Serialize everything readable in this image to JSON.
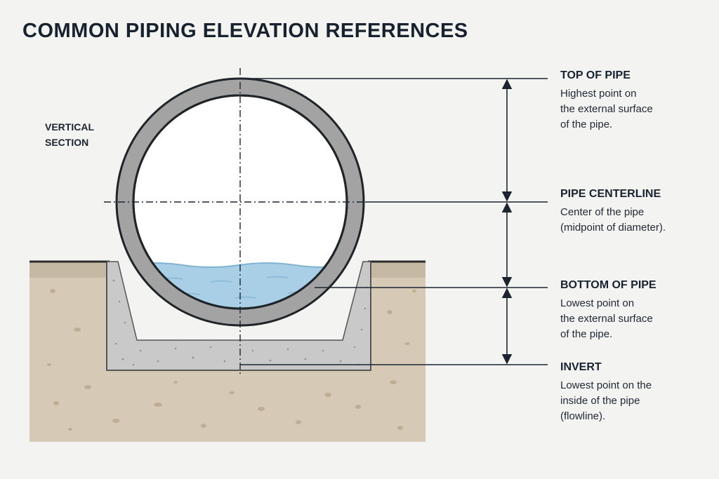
{
  "title": "COMMON PIPING ELEVATION REFERENCES",
  "section_label": [
    "VERTICAL",
    "SECTION"
  ],
  "references": [
    {
      "id": "top",
      "label": "TOP OF PIPE",
      "description": "Highest point on\nthe external surface\nof the pipe."
    },
    {
      "id": "centerline",
      "label": "PIPE CENTERLINE",
      "description": "Center of the pipe\n(midpoint of diameter)."
    },
    {
      "id": "bottom",
      "label": "BOTTOM OF PIPE",
      "description": "Lowest point on\nthe external surface\nof the pipe."
    },
    {
      "id": "invert",
      "label": "INVERT",
      "description": "Lowest point on the\ninside of the pipe\n(flowline)."
    }
  ],
  "colors": {
    "soil": "#d6cab6",
    "pipe_wall": "#a3a3a3",
    "water": "#a9cfe6",
    "bedding": "#c8c9c8",
    "lines": "#1c2430"
  }
}
